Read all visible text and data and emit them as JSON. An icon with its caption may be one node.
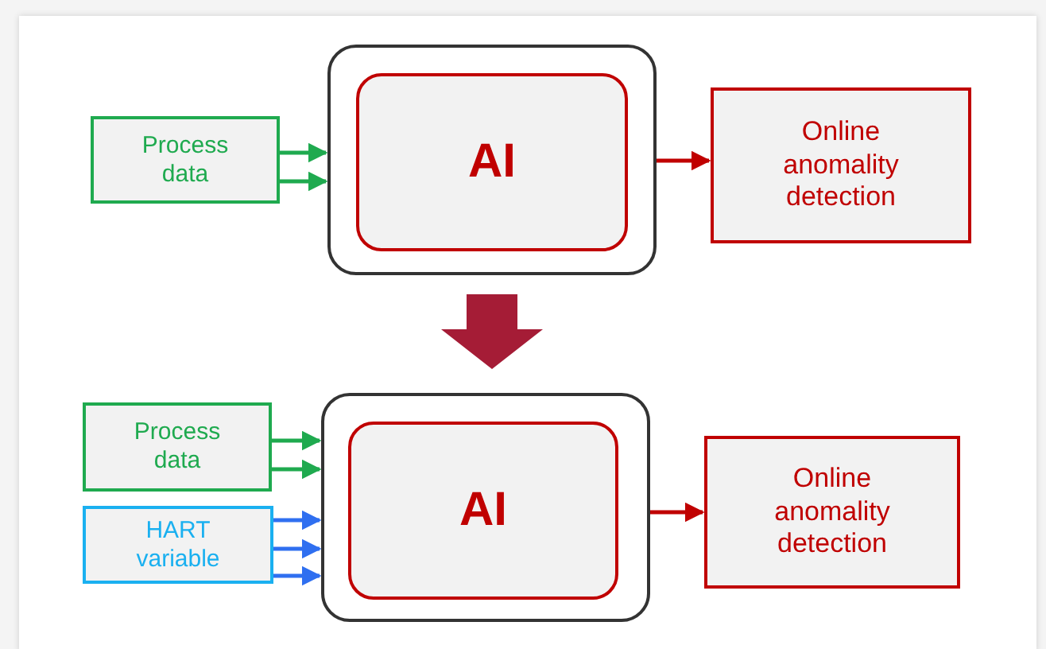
{
  "diagram": {
    "nodes": [
      {
        "text": [],
        "shape": "box"
      },
      {
        "text": [
          "AI"
        ],
        "in": 0
      },
      {
        "text": [
          "Process data"
        ]
      },
      {
        "text": [
          "Online anomality detection"
        ]
      },
      {
        "text": [],
        "shape": "box"
      },
      {
        "text": [
          "AI"
        ],
        "in": 4
      },
      {
        "text": [
          "Process data"
        ]
      },
      {
        "text": [
          "HART variable"
        ]
      },
      {
        "text": [
          "Online anomality detection"
        ]
      }
    ],
    "edges": [
      {
        "from": 2,
        "to": 0,
        "arrow": "to",
        "color": "#1faa4f"
      },
      {
        "from": 2,
        "to": 0,
        "arrow": "to",
        "color": "#1faa4f"
      },
      {
        "from": 1,
        "to": 3,
        "arrow": "to",
        "color": "#c00000"
      },
      {
        "from": 0,
        "to": 4,
        "arrow": "to",
        "style": "thick",
        "color": "#a51c36"
      },
      {
        "from": 6,
        "to": 4,
        "arrow": "to",
        "color": "#1faa4f"
      },
      {
        "from": 6,
        "to": 4,
        "arrow": "to",
        "color": "#1faa4f"
      },
      {
        "from": 7,
        "to": 4,
        "arrow": "to",
        "color": "#2f6ff0"
      },
      {
        "from": 7,
        "to": 4,
        "arrow": "to",
        "color": "#2f6ff0"
      },
      {
        "from": 7,
        "to": 4,
        "arrow": "to",
        "color": "#2f6ff0"
      },
      {
        "from": 5,
        "to": 8,
        "arrow": "to",
        "color": "#c00000"
      }
    ]
  }
}
